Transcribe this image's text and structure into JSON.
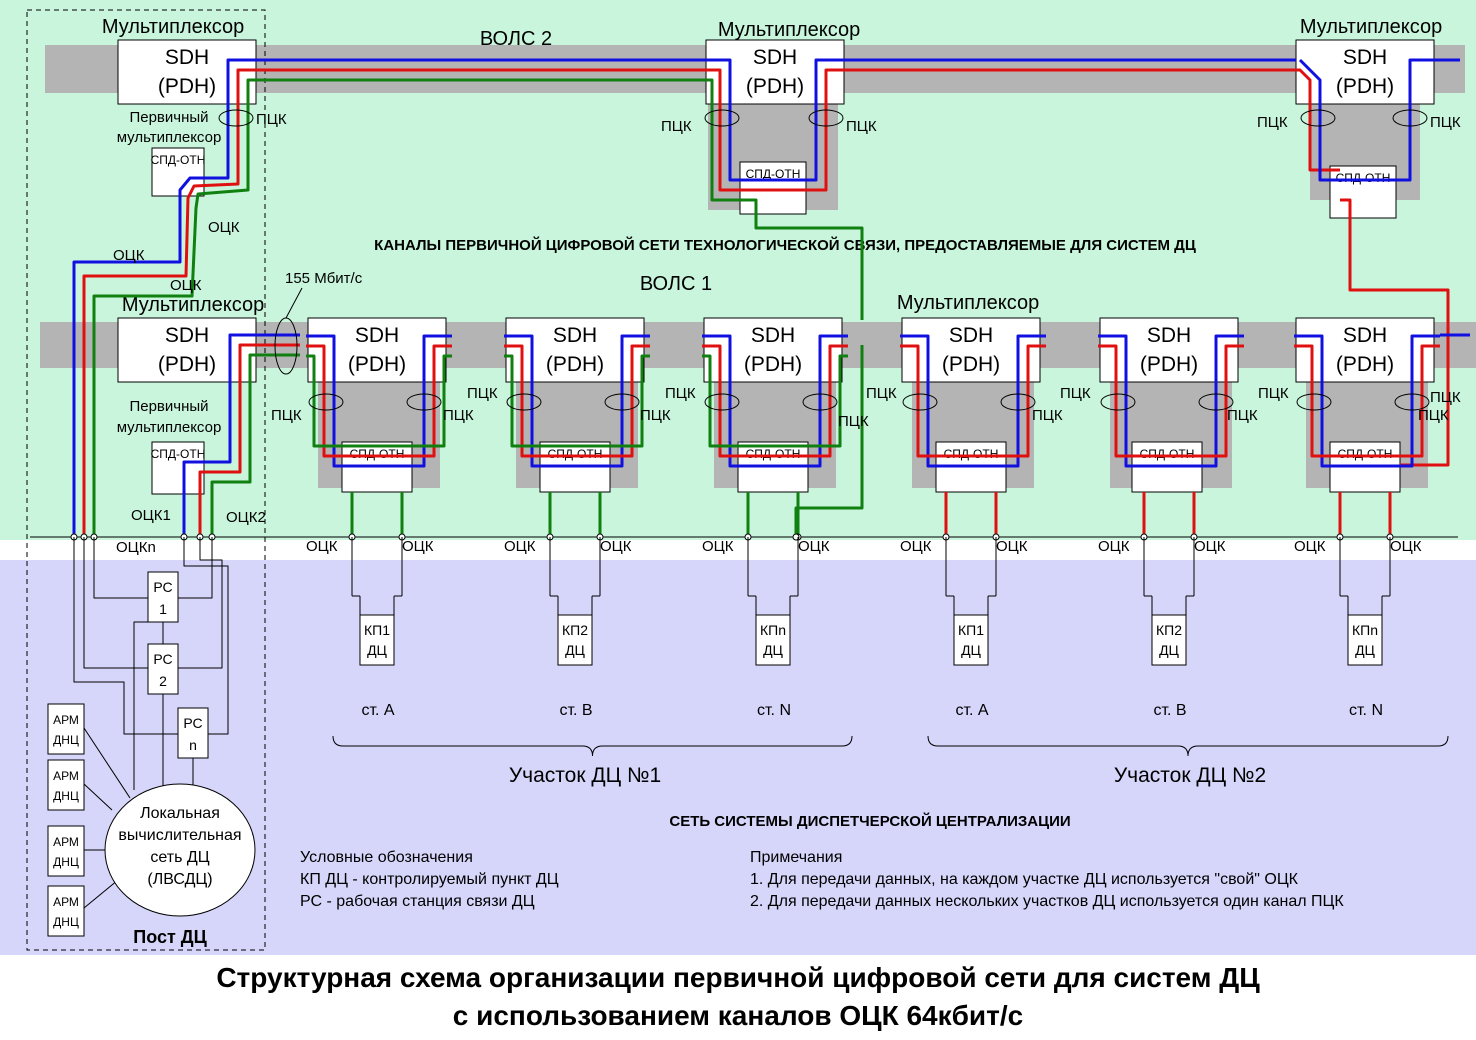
{
  "labels": {
    "multiplexer": "Мультиплексор",
    "sdh": "SDH",
    "pdh": "(PDH)",
    "pck": "ПЦК",
    "ock": "ОЦК",
    "ock1": "ОЦК1",
    "ock2": "ОЦК2",
    "ockn": "ОЦКn",
    "spd": "СПД-ОТН",
    "primary1": "Первичный",
    "primary2": "мультиплексор",
    "rate": "155 Мбит/с",
    "vols1": "ВОЛС 1",
    "vols2": "ВОЛС 2",
    "arm1": "АРМ",
    "arm2": "ДНЦ",
    "lan1": "Локальная",
    "lan2": "вычислительная",
    "lan3": "сеть ДЦ",
    "lan4": "(ЛВСДЦ)",
    "post": "Пост ДЦ"
  },
  "channels_title": "КАНАЛЫ ПЕРВИЧНОЙ ЦИФРОВОЙ СЕТИ ТЕХНОЛОГИЧЕСКОЙ СВЯЗИ, ПРЕДОСТАВЛЯЕМЫЕ ДЛЯ СИСТЕМ ДЦ",
  "network_title": "СЕТЬ СИСТЕМЫ ДИСПЕТЧЕРСКОЙ ЦЕНТРАЛИЗАЦИИ",
  "rs": [
    [
      "РС",
      "1"
    ],
    [
      "РС",
      "2"
    ],
    [
      "РС",
      "n"
    ]
  ],
  "kp": [
    [
      "КП1",
      "ДЦ"
    ],
    [
      "КП2",
      "ДЦ"
    ],
    [
      "КПn",
      "ДЦ"
    ],
    [
      "КП1",
      "ДЦ"
    ],
    [
      "КП2",
      "ДЦ"
    ],
    [
      "КПn",
      "ДЦ"
    ]
  ],
  "stations": [
    "ст. А",
    "ст. В",
    "ст. N",
    "ст. А",
    "ст. В",
    "ст. N"
  ],
  "sections": [
    "Участок ДЦ №1",
    "Участок ДЦ №2"
  ],
  "legend": {
    "title": "Условные обозначения",
    "lines": [
      "КП ДЦ - контролируемый пункт ДЦ",
      "РС       - рабочая станция связи ДЦ"
    ]
  },
  "notes": {
    "title": "Примечания",
    "lines": [
      "1. Для передачи данных, на каждом участке ДЦ используется \"свой\" ОЦК",
      "2. Для передачи данных нескольких участков ДЦ используется один канал ПЦК"
    ]
  },
  "title_line1": "Структурная схема организации первичной цифровой сети для систем ДЦ",
  "title_line2": "с использованием каналов ОЦК 64кбит/с",
  "colors": {
    "green_bg": "#c8f5dc",
    "blue_bg": "#d6d6fa",
    "ring": "#b4b4b4",
    "red": "#e01010",
    "blue": "#1010e0",
    "green": "#108010"
  }
}
